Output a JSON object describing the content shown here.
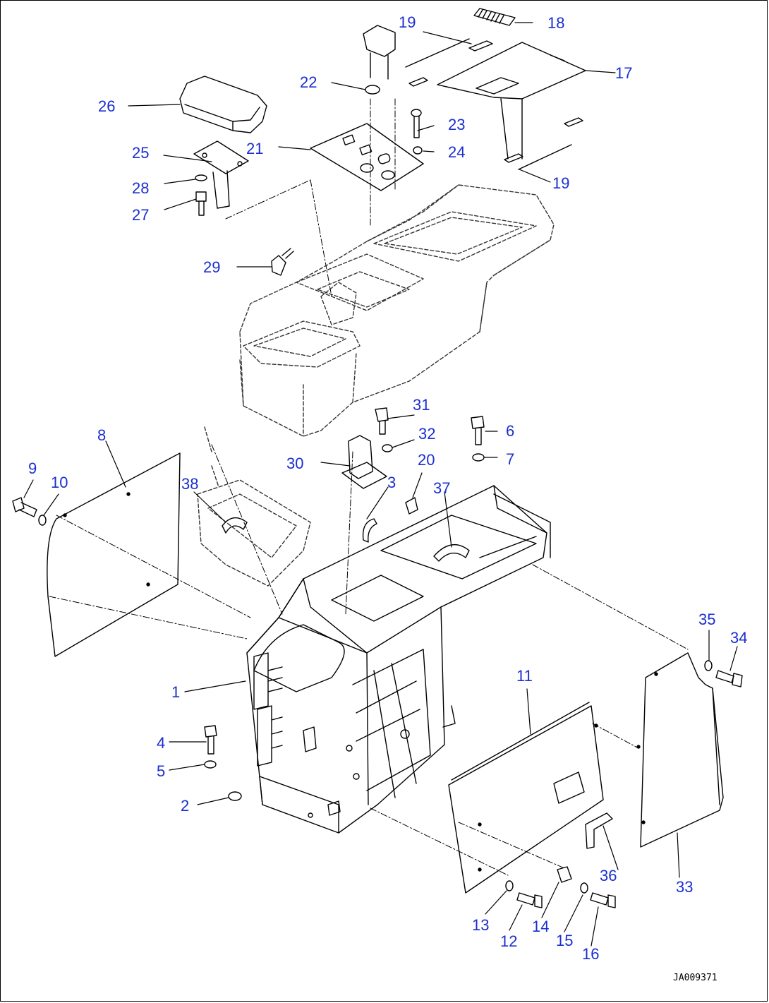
{
  "colors": {
    "callout": "#1a2fd0",
    "linework": "#000000",
    "hidden": "#333333"
  },
  "drawing_code": "JA009371",
  "callouts": [
    {
      "id": "c1",
      "text": "1"
    },
    {
      "id": "c2",
      "text": "2"
    },
    {
      "id": "c3",
      "text": "3"
    },
    {
      "id": "c4",
      "text": "4"
    },
    {
      "id": "c5",
      "text": "5"
    },
    {
      "id": "c6",
      "text": "6"
    },
    {
      "id": "c7",
      "text": "7"
    },
    {
      "id": "c8",
      "text": "8"
    },
    {
      "id": "c9",
      "text": "9"
    },
    {
      "id": "c10",
      "text": "10"
    },
    {
      "id": "c11",
      "text": "11"
    },
    {
      "id": "c12",
      "text": "12"
    },
    {
      "id": "c13",
      "text": "13"
    },
    {
      "id": "c14",
      "text": "14"
    },
    {
      "id": "c15",
      "text": "15"
    },
    {
      "id": "c16",
      "text": "16"
    },
    {
      "id": "c17",
      "text": "17"
    },
    {
      "id": "c18",
      "text": "18"
    },
    {
      "id": "c19a",
      "text": "19"
    },
    {
      "id": "c19b",
      "text": "19"
    },
    {
      "id": "c20",
      "text": "20"
    },
    {
      "id": "c21",
      "text": "21"
    },
    {
      "id": "c22",
      "text": "22"
    },
    {
      "id": "c23",
      "text": "23"
    },
    {
      "id": "c24",
      "text": "24"
    },
    {
      "id": "c25",
      "text": "25"
    },
    {
      "id": "c26",
      "text": "26"
    },
    {
      "id": "c27",
      "text": "27"
    },
    {
      "id": "c28",
      "text": "28"
    },
    {
      "id": "c29",
      "text": "29"
    },
    {
      "id": "c30",
      "text": "30"
    },
    {
      "id": "c31",
      "text": "31"
    },
    {
      "id": "c32",
      "text": "32"
    },
    {
      "id": "c33",
      "text": "33"
    },
    {
      "id": "c34",
      "text": "34"
    },
    {
      "id": "c35",
      "text": "35"
    },
    {
      "id": "c36",
      "text": "36"
    },
    {
      "id": "c37",
      "text": "37"
    },
    {
      "id": "c38",
      "text": "38"
    }
  ]
}
